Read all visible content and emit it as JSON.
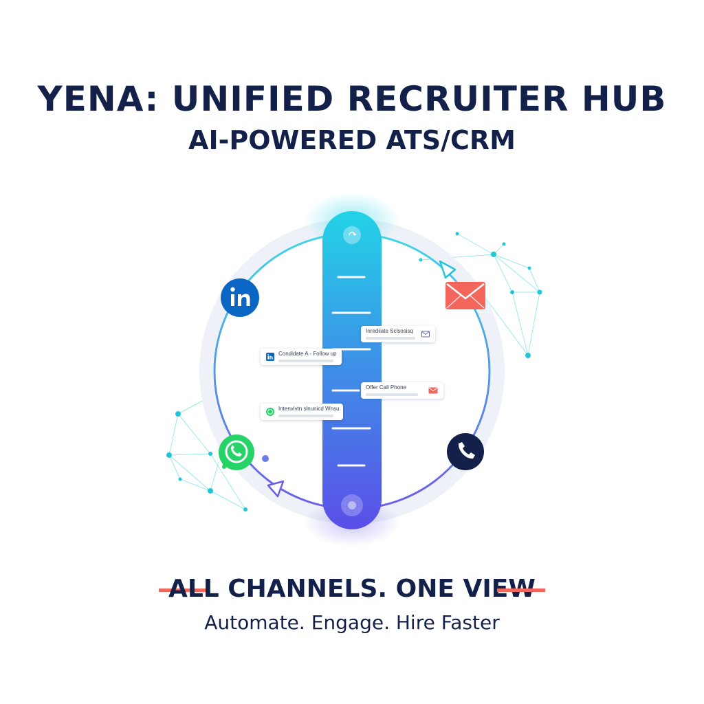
{
  "header": {
    "title": "YENA: UNIFIED RECRUITER HUB",
    "subtitle": "AI-POWERED ATS/CRM"
  },
  "channels": {
    "linkedin": {
      "label": "in",
      "color": "#0a66c2"
    },
    "email": {
      "color": "#f2665c"
    },
    "whatsapp": {
      "color": "#25d366"
    },
    "phone": {
      "color": "#13214a"
    }
  },
  "timeline": {
    "cards": [
      {
        "text": "Inrediiate Sclsosisq",
        "icon": "mail-icon"
      },
      {
        "text": "Condidate A - Follow up",
        "icon": "linkedin-icon"
      },
      {
        "text": "Offer Call Phone",
        "icon": "mail-icon"
      },
      {
        "text": "Intenvivtn slnunicd Wnsu",
        "icon": "whatsapp-icon"
      }
    ]
  },
  "footer": {
    "tagline": "ALL CHANNELS. ONE VIEW",
    "slogan": "Automate. Engage. Hire Faster"
  },
  "colors": {
    "navy": "#13214a",
    "accent": "#f2665c",
    "cyan": "#22d3e6",
    "indigo": "#5b4ee8"
  }
}
